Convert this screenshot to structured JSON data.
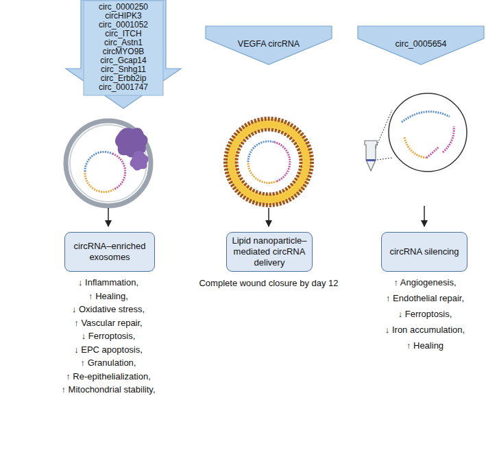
{
  "diagram": {
    "nodes": [
      {
        "text": [
          "circ_0000250",
          "circHIPK3",
          "circ_0001052",
          "circ_ITCH",
          "circ_Astn1",
          "circMYO9B",
          "circ_Gcap14",
          "circ_Snhg11",
          "circ_Erbb2ip",
          "circ_0001747"
        ]
      },
      {
        "text": [
          "VEGFA circRNA"
        ]
      },
      {
        "text": [
          "circ_0005654"
        ]
      },
      {
        "text": [
          "circRNA–enriched exosomes"
        ]
      },
      {
        "text": [
          "Lipid nanoparticle–mediated circRNA delivery"
        ]
      },
      {
        "text": [
          "circRNA silencing"
        ]
      }
    ],
    "labels": [
      "↓ Inflammation,",
      "↑ Healing,",
      "↓ Oxidative stress,",
      "↑ Vascular repair,",
      "↓ Ferroptosis,",
      "↓ EPC apoptosis,",
      "↑ Granulation,",
      "↑ Re-epithelialization,",
      "↑ Mitochondrial stability,",
      "Complete wound closure by day 12",
      "↑ Angiogenesis,",
      "↑ Endothelial repair,",
      "↓ Ferroptosis,",
      "↓ Iron accumulation,",
      "↑ Healing"
    ]
  }
}
